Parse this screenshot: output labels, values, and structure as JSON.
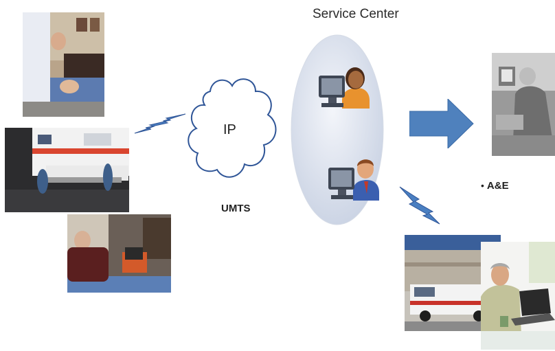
{
  "labels": {
    "service_center": "Service Center",
    "ip": "IP",
    "umts": "UMTS",
    "ae": "A&E",
    "ae_bullet": "•"
  },
  "colors": {
    "lightning": "#4a7fc1",
    "arrow": "#4f81bd",
    "ellipse_fill": "#dde4f0",
    "cloud_stroke": "#2f5597"
  },
  "icons": {
    "cloud": "network-cloud",
    "operator_female": "operator-at-computer",
    "operator_male": "operator-at-computer",
    "lightning_left": "wireless-link",
    "lightning_right": "wireless-link",
    "arrow": "right-arrow"
  }
}
